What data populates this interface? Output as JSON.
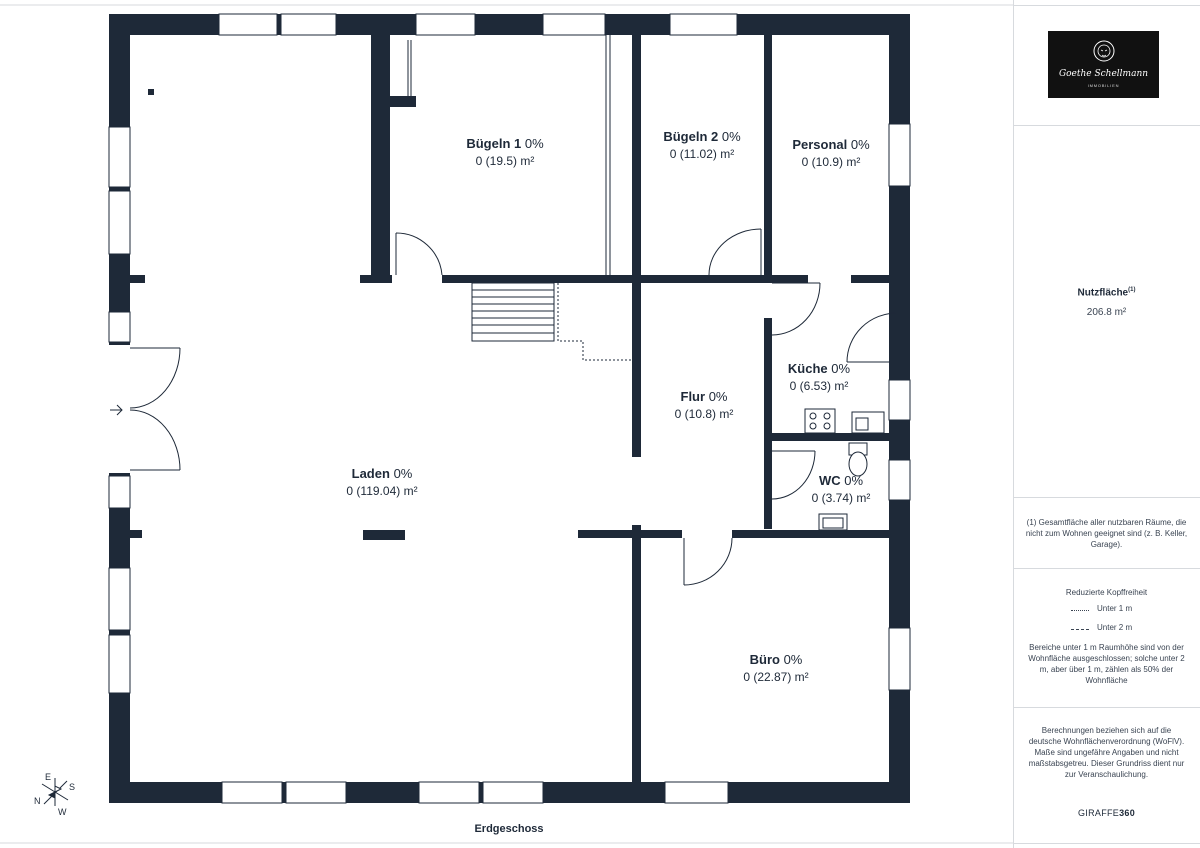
{
  "floor_label": "Erdgeschoss",
  "rooms": [
    {
      "id": "laden",
      "name": "Laden",
      "pct": "0%",
      "area": "0 (119.04) m²"
    },
    {
      "id": "buegeln1",
      "name": "Bügeln 1",
      "pct": "0%",
      "area": "0 (19.5) m²"
    },
    {
      "id": "buegeln2",
      "name": "Bügeln 2",
      "pct": "0%",
      "area": "0 (11.02) m²"
    },
    {
      "id": "personal",
      "name": "Personal",
      "pct": "0%",
      "area": "0 (10.9) m²"
    },
    {
      "id": "flur",
      "name": "Flur",
      "pct": "0%",
      "area": "0 (10.8) m²"
    },
    {
      "id": "kueche",
      "name": "Küche",
      "pct": "0%",
      "area": "0 (6.53) m²"
    },
    {
      "id": "wc",
      "name": "WC",
      "pct": "0%",
      "area": "0 (3.74) m²"
    },
    {
      "id": "buero",
      "name": "Büro",
      "pct": "0%",
      "area": "0 (22.87) m²"
    }
  ],
  "compass": {
    "e": "E",
    "s": "S",
    "n": "N",
    "w": "W"
  },
  "sidebar": {
    "logo_text": "Goethe Schellmann",
    "logo_sub": "IMMOBILIEN",
    "nutzflaeche_title": "Nutzfläche",
    "nutzflaeche_note_mark": "(1)",
    "nutzflaeche_value": "206.8 m²",
    "footnote": "(1) Gesamtfläche aller nutzbaren Räume, die nicht zum Wohnen geeignet sind (z. B. Keller, Garage).",
    "headroom_title": "Reduzierte Kopffreiheit",
    "legend_under_1m": "Unter 1 m",
    "legend_under_2m": "Unter 2 m",
    "headroom_note": "Bereiche unter 1 m Raumhöhe sind von der Wohnfläche ausgeschlossen; solche unter 2 m, aber über 1 m, zählen als 50% der Wohnfläche",
    "disclaimer": "Berechnungen beziehen sich auf die deutsche Wohnflächenverordnung (WoFlV). Maße sind ungefähre Angaben und nicht maßstabsgetreu. Dieser Grundriss dient nur zur Veranschaulichung.",
    "brand_light": "GIRAFFE",
    "brand_bold": "360"
  },
  "colors": {
    "wall": "#1e2938",
    "divider": "#d7dade",
    "logo_bg": "#111111"
  }
}
